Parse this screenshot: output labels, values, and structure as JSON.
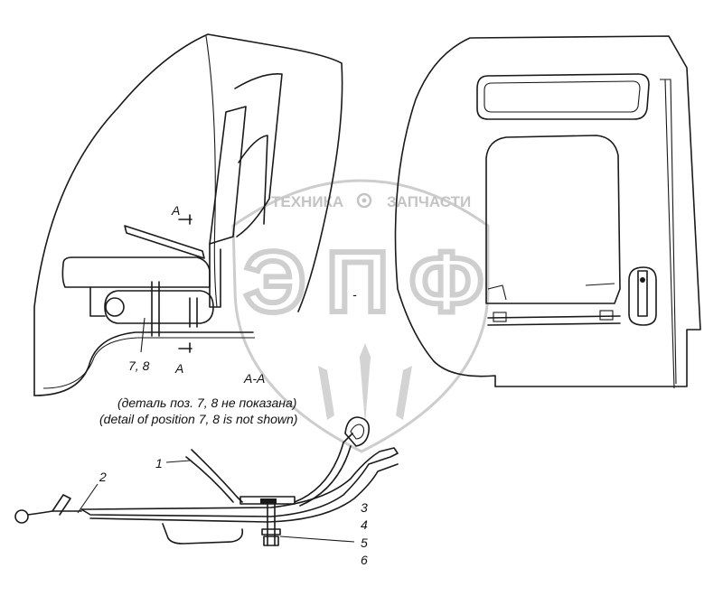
{
  "watermark": {
    "left_word": "ТЕХНИКА",
    "right_word": "ЗАПЧАСТИ",
    "monogram": "ЭПФ"
  },
  "section_marks": {
    "upper": "A",
    "lower": "A",
    "section_title": "A-A"
  },
  "callout_group": "7, 8",
  "notes": {
    "russian": "(деталь поз. 7, 8 не показана)",
    "english": "(detail of position 7, 8 is not shown)"
  },
  "position_labels": [
    "1",
    "2",
    "3",
    "4",
    "5",
    "6"
  ],
  "colors": {
    "line": "#1a1a1a",
    "watermark": "#c9c9c9",
    "background": "#ffffff"
  }
}
